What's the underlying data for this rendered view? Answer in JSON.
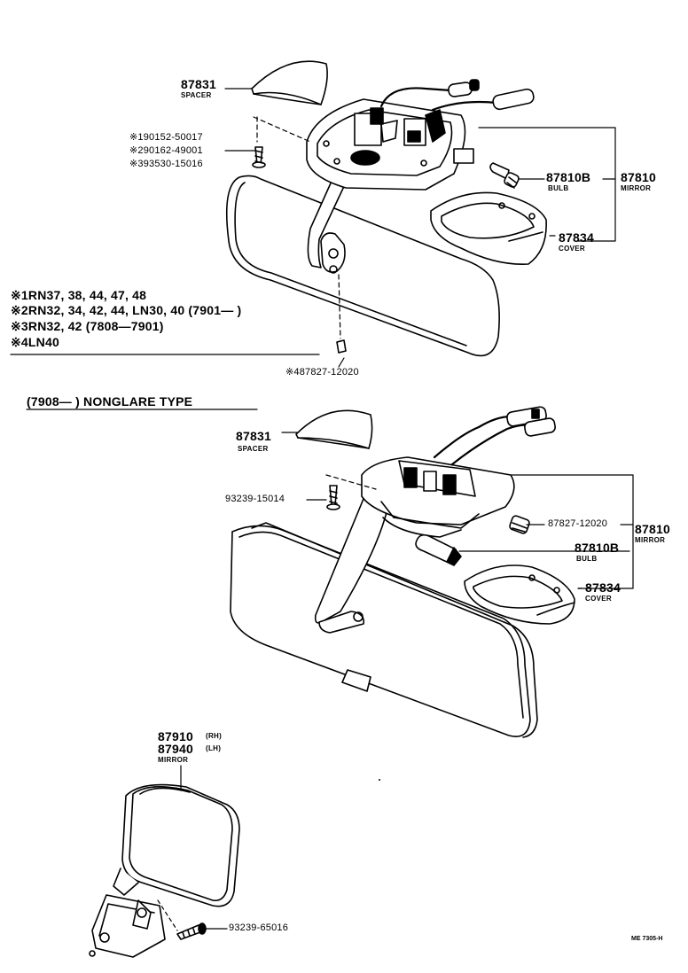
{
  "top": {
    "spacer": {
      "number": "87831",
      "name": "SPACER"
    },
    "screws": [
      "※190152-50017",
      "※290162-49001",
      "※393530-15016"
    ],
    "bulb": {
      "number": "87810B",
      "name": "BULB"
    },
    "mirror": {
      "number": "87810",
      "name": "MIRROR"
    },
    "cover": {
      "number": "87834",
      "name": "COVER"
    },
    "notes": [
      "※1RN37, 38, 44, 47, 48",
      "※2RN32, 34, 42, 44, LN30, 40 (7901—      )",
      "※3RN32, 42 (7808—7901)",
      "※4LN40"
    ],
    "socket": "※487827-12020"
  },
  "nonglare": {
    "heading": "(7908—      ) NONGLARE TYPE",
    "spacer": {
      "number": "87831",
      "name": "SPACER"
    },
    "screw": "93239-15014",
    "socket": "87827-12020",
    "bulb": {
      "number": "87810B",
      "name": "BULB"
    },
    "mirror": {
      "number": "87810",
      "name": "MIRROR"
    },
    "cover": {
      "number": "87834",
      "name": "COVER"
    }
  },
  "outer": {
    "rh": {
      "number": "87910",
      "tag": "(RH)"
    },
    "lh": {
      "number": "87940",
      "tag": "(LH)"
    },
    "name": "MIRROR",
    "bolt": "93239-65016"
  },
  "code": "ME 7305-H"
}
